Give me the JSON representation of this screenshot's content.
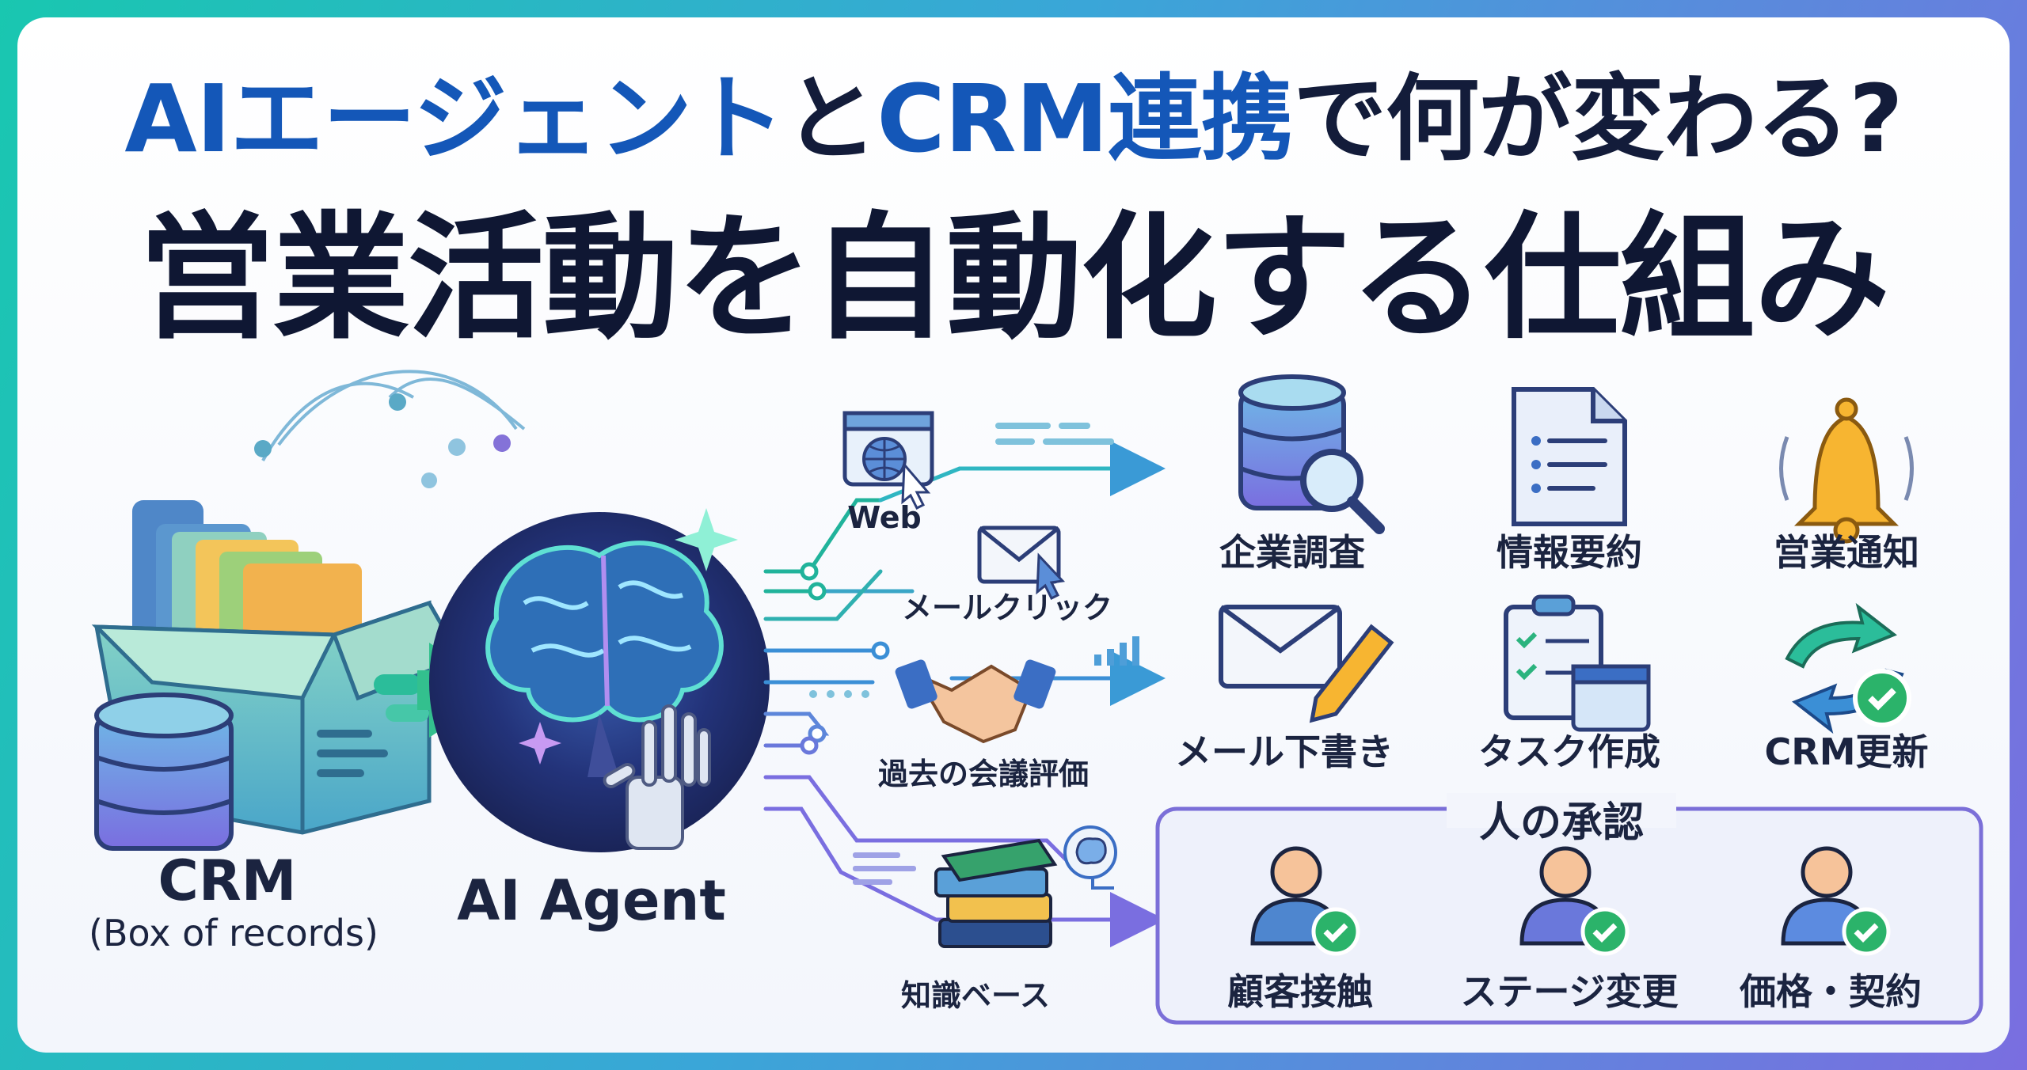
{
  "title": {
    "line1_part_a": "AIエージェント",
    "line1_part_b": "と",
    "line1_part_c": "CRM連携",
    "line1_part_d": "で何が変わる?",
    "line2": "営業活動を自動化する仕組み"
  },
  "left": {
    "crm_label": "CRM",
    "crm_sub": "(Box of records)",
    "agent_label": "AI Agent"
  },
  "sources": [
    {
      "label": "Web",
      "icon": "globe-browser-icon"
    },
    {
      "label": "メールクリック",
      "icon": "envelope-cursor-icon"
    },
    {
      "label": "過去の会議評価",
      "icon": "handshake-icon"
    },
    {
      "label": "知識ベース",
      "icon": "books-icon"
    }
  ],
  "actions": [
    {
      "label": "企業調査",
      "icon": "database-search-icon"
    },
    {
      "label": "情報要約",
      "icon": "document-icon"
    },
    {
      "label": "営業通知",
      "icon": "bell-icon"
    },
    {
      "label": "メール下書き",
      "icon": "mail-pencil-icon"
    },
    {
      "label": "タスク作成",
      "icon": "checklist-calendar-icon"
    },
    {
      "label": "CRM更新",
      "icon": "refresh-check-icon"
    }
  ],
  "approval": {
    "title": "人の承認",
    "items": [
      {
        "label": "顧客接触",
        "icon": "person-check-icon"
      },
      {
        "label": "ステージ変更",
        "icon": "person-check-icon"
      },
      {
        "label": "価格・契約",
        "icon": "person-check-icon"
      }
    ]
  },
  "colors": {
    "title_blue": "#1457b8",
    "title_dark": "#131c3a",
    "teal": "#21b39b",
    "blue_line": "#3b8fd6",
    "purple_line": "#7a6ee0",
    "approval_border": "#7b6fd8"
  }
}
